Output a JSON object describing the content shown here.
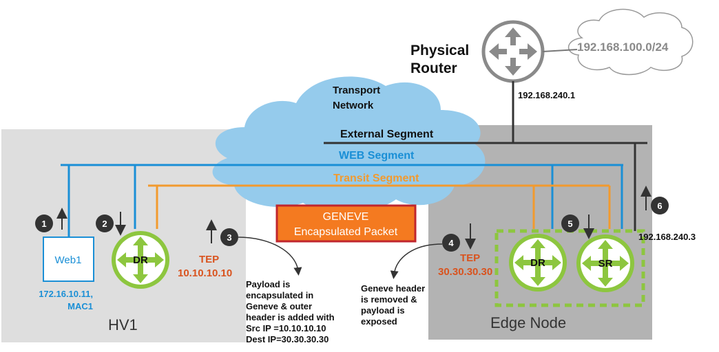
{
  "colors": {
    "external_segment": "#333333",
    "web_segment": "#1a8fd6",
    "transit_segment": "#f29a2e",
    "cloud_fill": "#95cbec",
    "hv_box": "#dedede",
    "edge_box": "#b3b3b3",
    "router_green": "#8dc63f",
    "tep_text": "#d9531e",
    "geneve_box": "#f47a20",
    "geneve_border": "#c0262d"
  },
  "physical_router": {
    "label_line1": "Physical",
    "label_line2": "Router",
    "icon": "router-icon",
    "ip": "192.168.240.1"
  },
  "external_cloud": {
    "label": "192.168.100.0/24"
  },
  "transport_network": {
    "label_line1": "Transport",
    "label_line2": "Network"
  },
  "segments": {
    "external": "External Segment",
    "web": "WEB Segment",
    "transit": "Transit Segment"
  },
  "hv1": {
    "label": "HV1",
    "web_vm": {
      "label": "Web1",
      "ip_line1": "172.16.10.11,",
      "ip_line2": "MAC1"
    },
    "dr": {
      "label": "DR"
    },
    "tep": {
      "label": "TEP",
      "ip": "10.10.10.10"
    }
  },
  "edge_node": {
    "label": "Edge Node",
    "dr": {
      "label": "DR"
    },
    "sr": {
      "label": "SR"
    },
    "tep": {
      "label": "TEP",
      "ip": "30.30.30.30"
    },
    "uplink_ip": "192.168.240.3"
  },
  "geneve_packet": {
    "line1": "GENEVE",
    "line2": "Encapsulated Packet"
  },
  "steps": [
    "1",
    "2",
    "3",
    "4",
    "5",
    "6"
  ],
  "notes": {
    "encap": [
      "Payload is",
      "encapsulated in",
      "Geneve & outer",
      "header is added with",
      "Src IP =10.10.10.10",
      "Dest IP=30.30.30.30"
    ],
    "decap": [
      "Geneve header",
      "is removed &",
      "payload is",
      "exposed"
    ]
  }
}
